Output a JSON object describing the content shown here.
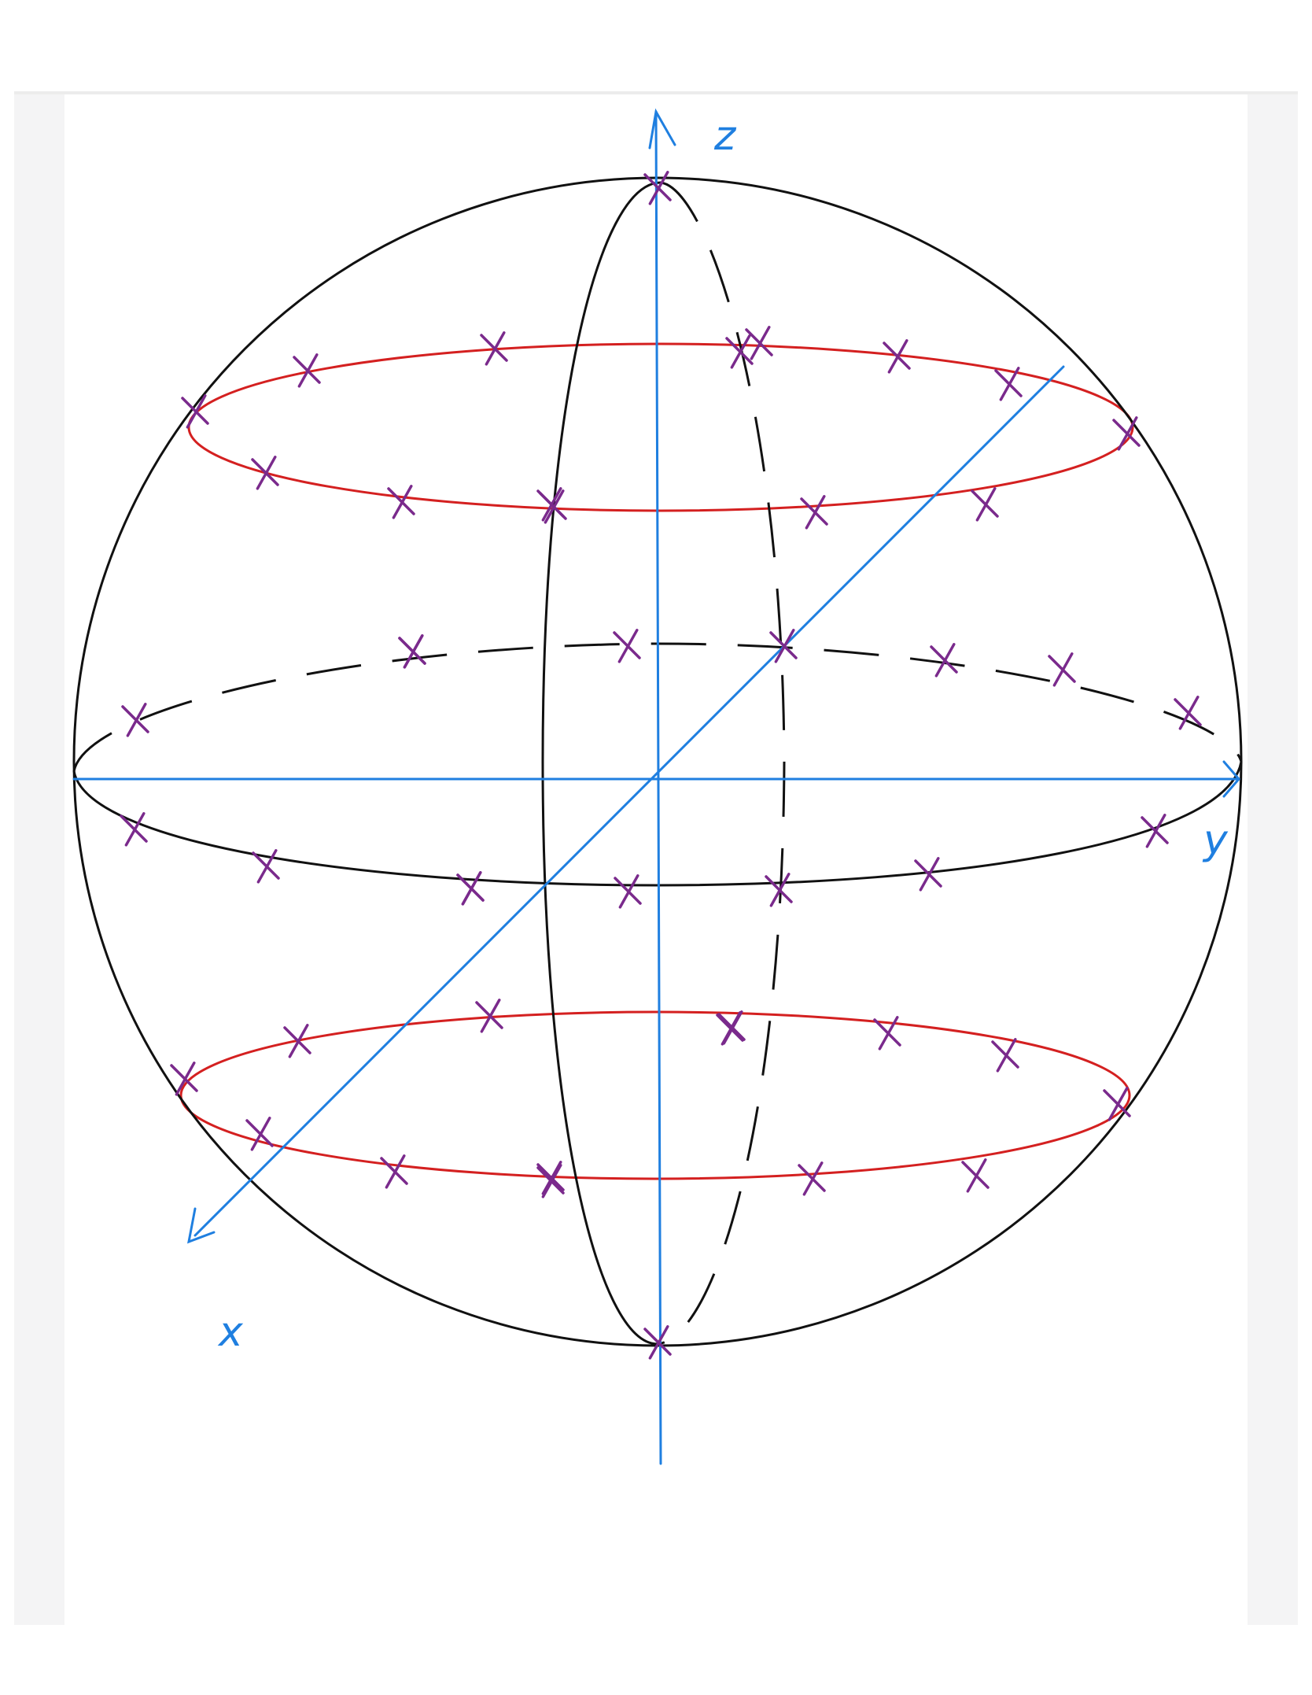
{
  "canvas": {
    "background": "#ffffff",
    "gutter_color": "#f4f4f5"
  },
  "colors": {
    "sphere_outline": "#111111",
    "latitude_circles": "#d42020",
    "axes": "#1f7fe0",
    "grid_marks": "#7a2a8c"
  },
  "axes": {
    "z_label": "z",
    "y_label": "y",
    "x_label": "x"
  },
  "marks": {
    "symbol": "x",
    "count": 46
  }
}
